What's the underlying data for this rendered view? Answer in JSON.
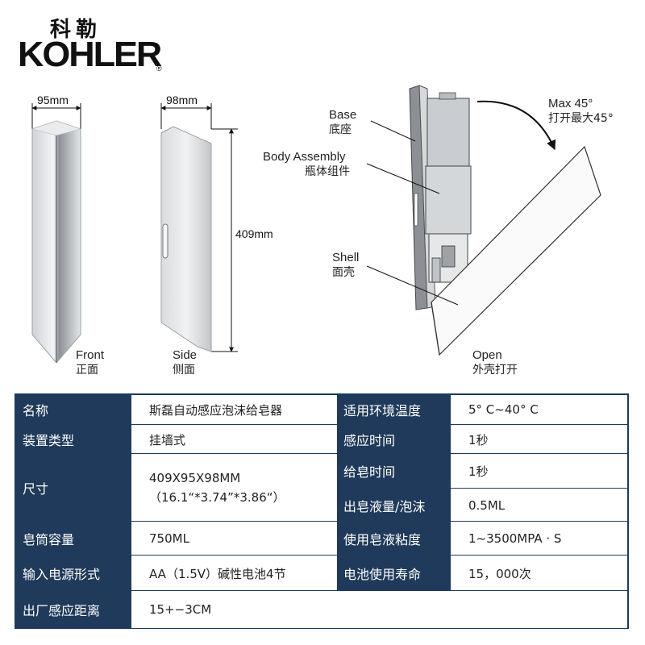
{
  "logo": {
    "chinese": "科勒",
    "english": "KOHLER",
    "reg": "®"
  },
  "front_view": {
    "width_label": "95mm",
    "caption_en": "Front",
    "caption_cn": "正面"
  },
  "side_view": {
    "depth_label": "98mm",
    "height_label": "409mm",
    "caption_en": "Side",
    "caption_cn": "侧面"
  },
  "open_view": {
    "base_en": "Base",
    "base_cn": "底座",
    "body_en": "Body Assembly",
    "body_cn": "瓶体组件",
    "shell_en": "Shell",
    "shell_cn": "面壳",
    "max_en": "Max 45°",
    "max_cn": "打开最大45°",
    "open_en": "Open",
    "open_cn": "外壳打开"
  },
  "specs": {
    "name_label": "名称",
    "name_value": "斯磊自动感应泡沫给皂器",
    "temp_label": "适用环境温度",
    "temp_value": "5° C~40° C",
    "install_label": "装置类型",
    "install_value": "挂墙式",
    "sense_time_label": "感应时间",
    "sense_time_value": "1秒",
    "size_label": "尺寸",
    "size_value_1": "409X95X98MM",
    "size_value_2": "（16.1“*3.74”*3.86“）",
    "dispense_time_label": "给皂时间",
    "dispense_time_value": "1秒",
    "output_label": "出皂液量/泡沫",
    "output_value": "0.5ML",
    "capacity_label": "皂筒容量",
    "capacity_value": "750ML",
    "viscosity_label": "使用皂液粘度",
    "viscosity_value": "1~3500MPA · S",
    "power_label": "输入电源形式",
    "power_value": "AA（1.5V）碱性电池4节",
    "battery_label": "电池使用寿命",
    "battery_value": "15，000次",
    "distance_label": "出厂感应距离",
    "distance_value": "15+−3CM"
  }
}
